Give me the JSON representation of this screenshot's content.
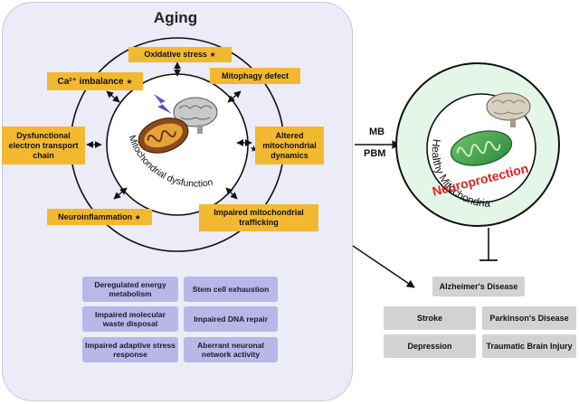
{
  "title": "Aging",
  "inner_circle_text": "Mitochondrial dysfunction",
  "star": "★",
  "factors": [
    {
      "label": "Oxidative stress",
      "star": true
    },
    {
      "label": "Mitophagy defect",
      "star": false
    },
    {
      "label": "Ca²⁺ imbalance",
      "star": true
    },
    {
      "label": "Dysfunctional electron transport chain",
      "star": false
    },
    {
      "label": "Altered mitochondrial dynamics",
      "star": false
    },
    {
      "label": "Neuroinflammation",
      "star": true
    },
    {
      "label": "Impaired mitochondrial trafficking",
      "star": false
    }
  ],
  "hallmarks": [
    "Deregulated energy metabolism",
    "Stem cell exhaustion",
    "Impaired molecular waste disposal",
    "Impaired DNA repair",
    "Impaired adaptive stress response",
    "Aberrant neuronal network activity"
  ],
  "treatment": {
    "line1": "MB",
    "line2": "PBM"
  },
  "healthy_text": "Healthy Mitochondria",
  "neuroprotection": "Neuroprotection",
  "diseases": [
    "Alzheimer's Disease",
    "Stroke",
    "Parkinson's Disease",
    "Depression",
    "Traumatic Brain Injury"
  ],
  "colors": {
    "panel": "#ecebf8",
    "factor_box": "#f2b930",
    "hallmark_box": "#b9b6e8",
    "disease_box": "#d2d2d2",
    "healthy_circle": "#e4f6e8",
    "neuroprotection": "#e02020",
    "mito_green": "#3fa34d",
    "mito_brown": "#8a4a1c",
    "mito_orange": "#e8a23a"
  }
}
